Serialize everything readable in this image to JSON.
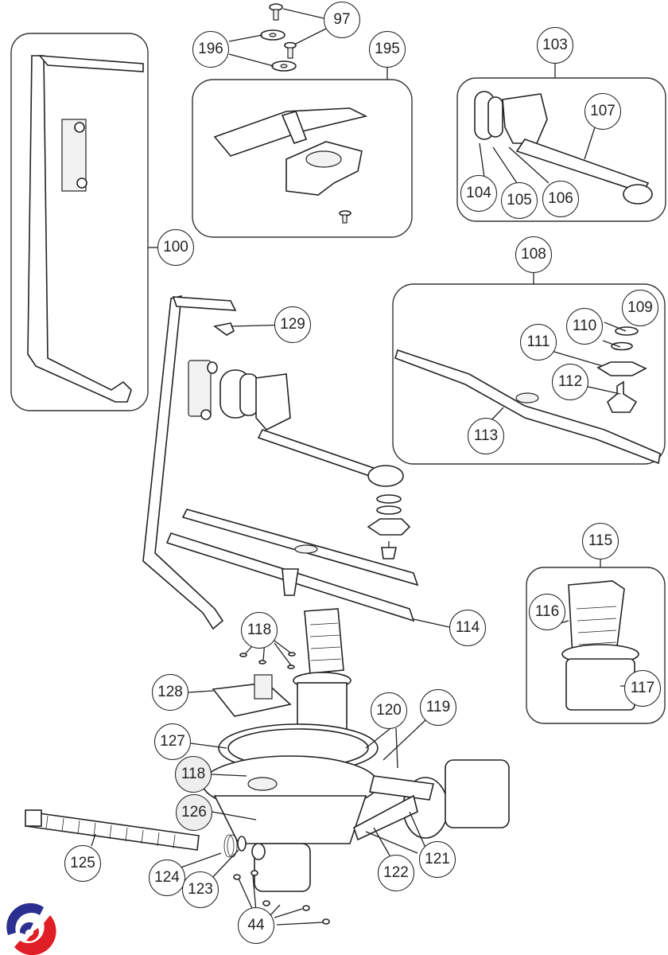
{
  "diagram": {
    "type": "exploded-parts-diagram",
    "subject": "Dishwasher spray arm and sump/pump assembly",
    "callouts": [
      {
        "id": "97",
        "label": "97"
      },
      {
        "id": "196",
        "label": "196"
      },
      {
        "id": "195",
        "label": "195"
      },
      {
        "id": "103",
        "label": "103"
      },
      {
        "id": "107",
        "label": "107"
      },
      {
        "id": "104",
        "label": "104"
      },
      {
        "id": "105",
        "label": "105"
      },
      {
        "id": "106",
        "label": "106"
      },
      {
        "id": "100",
        "label": "100"
      },
      {
        "id": "108",
        "label": "108"
      },
      {
        "id": "109",
        "label": "109"
      },
      {
        "id": "110",
        "label": "110"
      },
      {
        "id": "111",
        "label": "111"
      },
      {
        "id": "112",
        "label": "112"
      },
      {
        "id": "113",
        "label": "113"
      },
      {
        "id": "129",
        "label": "129"
      },
      {
        "id": "114",
        "label": "114"
      },
      {
        "id": "115",
        "label": "115"
      },
      {
        "id": "116",
        "label": "116"
      },
      {
        "id": "117",
        "label": "117"
      },
      {
        "id": "118a",
        "label": "118"
      },
      {
        "id": "128",
        "label": "128"
      },
      {
        "id": "120",
        "label": "120"
      },
      {
        "id": "119",
        "label": "119"
      },
      {
        "id": "127",
        "label": "127"
      },
      {
        "id": "118b",
        "label": "118"
      },
      {
        "id": "126",
        "label": "126"
      },
      {
        "id": "125",
        "label": "125"
      },
      {
        "id": "124",
        "label": "124"
      },
      {
        "id": "123",
        "label": "123"
      },
      {
        "id": "122",
        "label": "122"
      },
      {
        "id": "121",
        "label": "121"
      },
      {
        "id": "44",
        "label": "44"
      }
    ],
    "groups": [
      {
        "name": "upper-spray-arm-kit",
        "callout": "195",
        "contains": []
      },
      {
        "name": "manifold-kit",
        "callout": "103",
        "contains": [
          "104",
          "105",
          "106",
          "107"
        ]
      },
      {
        "name": "spray-tube",
        "callout": "100",
        "contains": []
      },
      {
        "name": "lower-spray-arm-kit",
        "callout": "108",
        "contains": [
          "109",
          "110",
          "111",
          "112",
          "113"
        ]
      },
      {
        "name": "filter-kit",
        "callout": "115",
        "contains": [
          "116",
          "117"
        ]
      }
    ]
  },
  "logo": {
    "name": "brand-logo",
    "colors": {
      "blue": "#2b2f8f",
      "red": "#e01e25"
    }
  }
}
